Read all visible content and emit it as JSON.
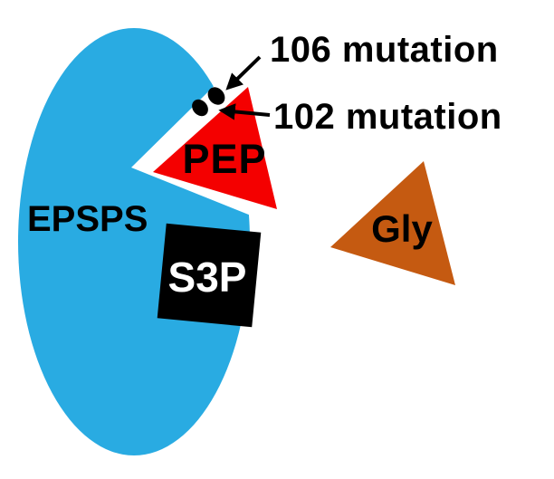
{
  "diagram": {
    "title_context": "EPSPS enzyme schematic with substrate binding and glyphosate",
    "labels": {
      "enzyme": "EPSPS",
      "substrate_pep": "PEP",
      "substrate_s3p": "S3P",
      "glyphosate": "Gly",
      "mutation_106": "106 mutation",
      "mutation_102": "102 mutation"
    },
    "colors": {
      "enzyme_blue": "#29ABE2",
      "pep_red": "#F40000",
      "s3p_black": "#000000",
      "gly_brown": "#C55A11",
      "dot_black": "#000000",
      "text_black": "#000000",
      "background_white": "#FFFFFF"
    }
  }
}
